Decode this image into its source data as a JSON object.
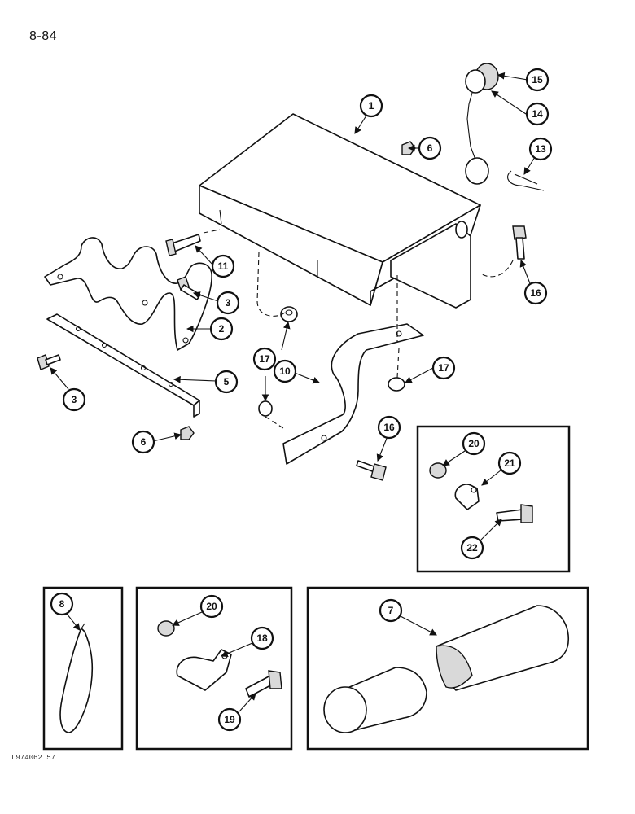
{
  "page_number": "8-84",
  "figure_code": "L974062 57",
  "callouts": {
    "c1": "1",
    "c2": "2",
    "c3a": "3",
    "c3b": "3",
    "c5": "5",
    "c6a": "6",
    "c6b": "6",
    "c7": "7",
    "c8": "8",
    "c10": "10",
    "c11": "11",
    "c13": "13",
    "c14": "14",
    "c15": "15",
    "c16a": "16",
    "c16b": "16",
    "c17a": "17",
    "c17b": "17",
    "c18": "18",
    "c19": "19",
    "c20a": "20",
    "c20b": "20",
    "c21": "21",
    "c22": "22"
  }
}
